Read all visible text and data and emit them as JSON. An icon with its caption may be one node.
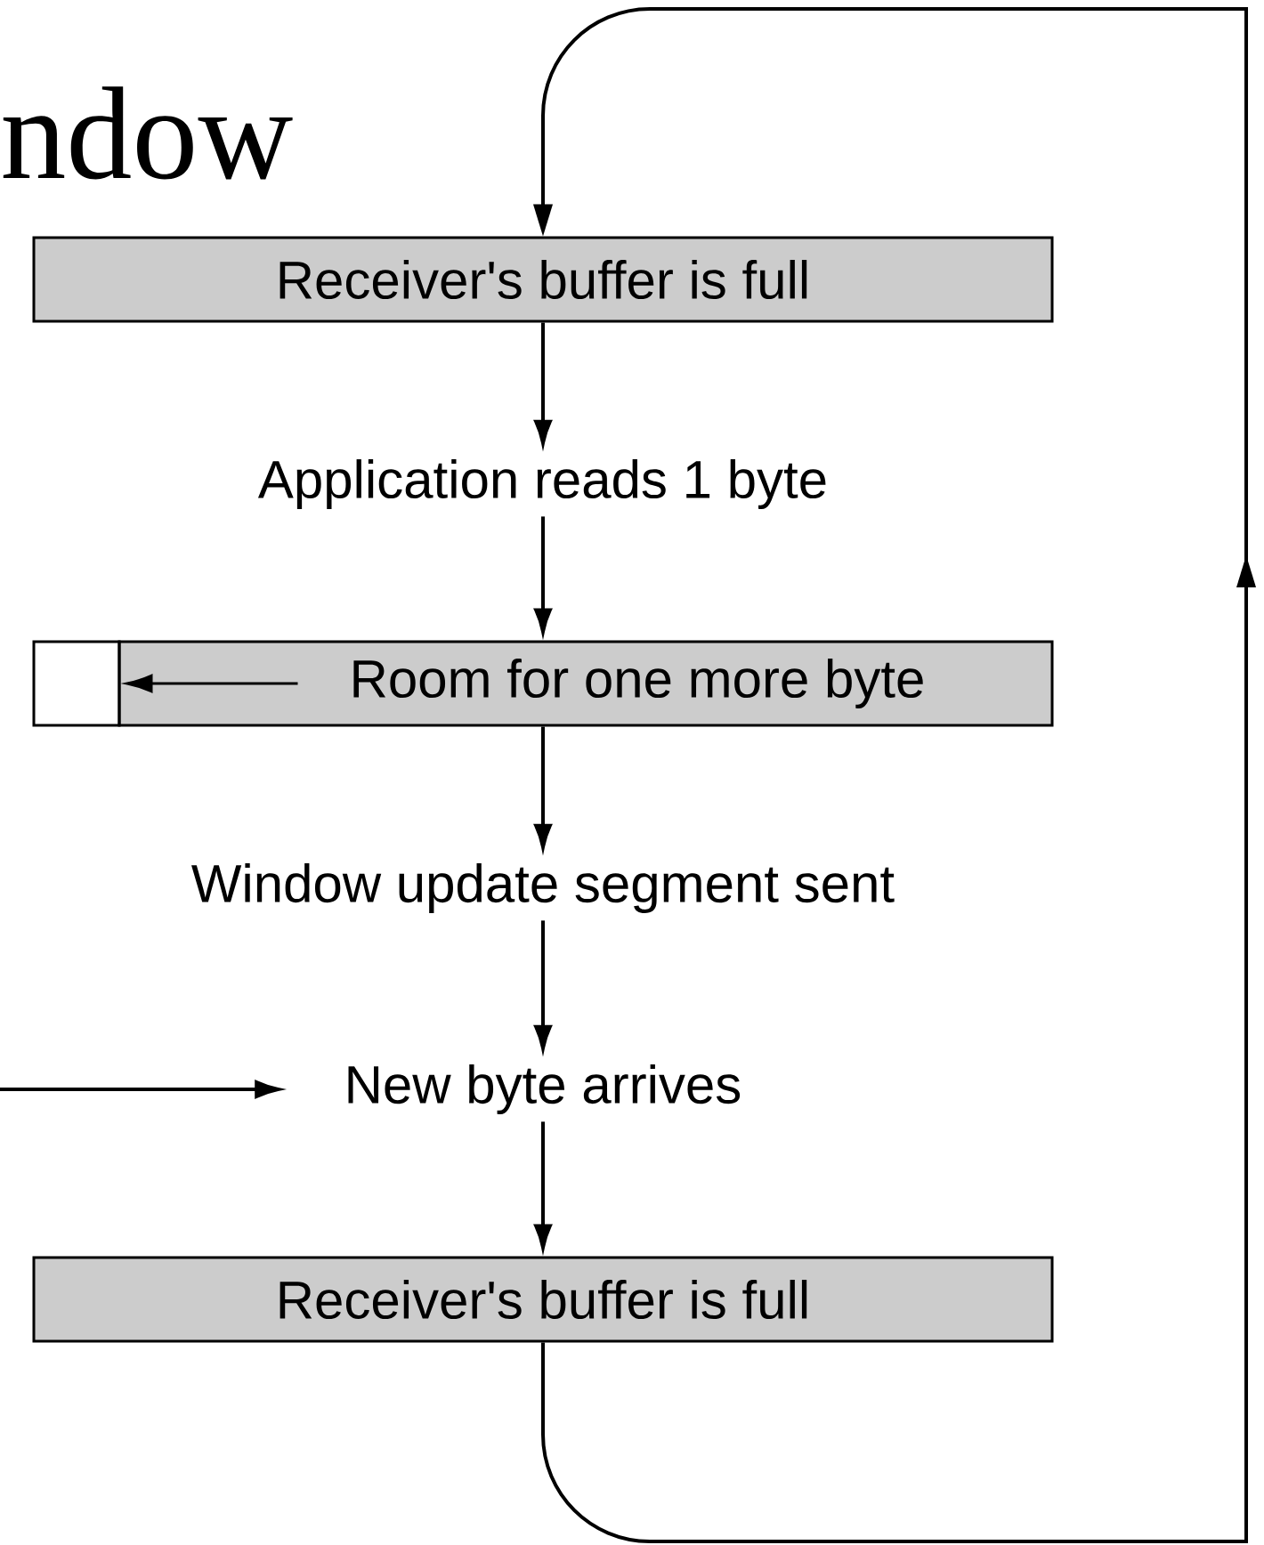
{
  "diagram": {
    "title": "ndow",
    "nodes": [
      {
        "text": [
          "Receiver's buffer is full"
        ]
      },
      {
        "text": [
          "Application reads 1 byte"
        ]
      },
      {
        "text": [
          "Room for one more byte"
        ]
      },
      {
        "text": [],
        "shape": "box"
      },
      {
        "text": [
          "Window update segment sent"
        ]
      },
      {
        "text": [
          "New byte arrives"
        ]
      },
      {
        "text": [
          "Receiver's buffer is full"
        ]
      }
    ],
    "edges": [
      {
        "from": 0,
        "to": 1,
        "arrow": "to"
      },
      {
        "from": 1,
        "to": 2,
        "arrow": "to"
      },
      {
        "from": 2,
        "to": 3,
        "arrow": "to"
      },
      {
        "from": 2,
        "to": 4,
        "arrow": "to"
      },
      {
        "from": 4,
        "to": 5,
        "arrow": "to"
      },
      {
        "from": null,
        "to": 5,
        "arrow": "to"
      },
      {
        "from": 5,
        "to": 6,
        "arrow": "to"
      },
      {
        "from": 6,
        "to": 0,
        "arrow": "to"
      }
    ]
  }
}
